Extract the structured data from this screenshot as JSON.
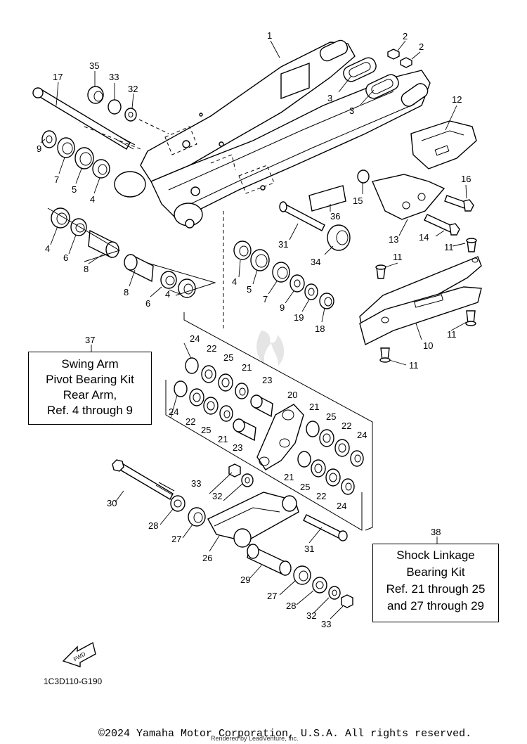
{
  "diagram": {
    "code": "1C3D110-G190",
    "fwd_label": "FWD"
  },
  "callouts": {
    "c1": "1",
    "c2a": "2",
    "c2b": "2",
    "c3a": "3",
    "c3b": "3",
    "c4a": "4",
    "c4b": "4",
    "c4c": "4",
    "c4d": "4",
    "c5a": "5",
    "c5b": "5",
    "c6a": "6",
    "c6b": "6",
    "c7a": "7",
    "c7b": "7",
    "c8a": "8",
    "c8b": "8",
    "c9a": "9",
    "c9b": "9",
    "c10": "10",
    "c11a": "11",
    "c11b": "11",
    "c11c": "11",
    "c11d": "11",
    "c12": "12",
    "c13": "13",
    "c14": "14",
    "c15": "15",
    "c16": "16",
    "c17": "17",
    "c18": "18",
    "c19": "19",
    "c20": "20",
    "c21a": "21",
    "c21b": "21",
    "c21c": "21",
    "c21d": "21",
    "c22a": "22",
    "c22b": "22",
    "c22c": "22",
    "c22d": "22",
    "c23a": "23",
    "c23b": "23",
    "c24a": "24",
    "c24b": "24",
    "c24c": "24",
    "c24d": "24",
    "c25a": "25",
    "c25b": "25",
    "c25c": "25",
    "c25d": "25",
    "c26": "26",
    "c27a": "27",
    "c27b": "27",
    "c28a": "28",
    "c28b": "28",
    "c29": "29",
    "c30": "30",
    "c31a": "31",
    "c31b": "31",
    "c32a": "32",
    "c32b": "32",
    "c32c": "32",
    "c33a": "33",
    "c33b": "33",
    "c33c": "33",
    "c34": "34",
    "c35": "35",
    "c36": "36",
    "c37": "37",
    "c38": "38"
  },
  "kits": {
    "swing_arm": {
      "line1": "Swing Arm",
      "line2": "Pivot Bearing Kit",
      "line3": "Rear Arm,",
      "line4": "Ref. 4 through 9"
    },
    "shock_linkage": {
      "line1": "Shock Linkage",
      "line2": "Bearing Kit",
      "line3": "Ref. 21 through 25",
      "line4": "and 27 through 29"
    }
  },
  "footer": {
    "copyright": "©2024 Yamaha Motor Corporation, U.S.A. All rights reserved.",
    "rendered_by": "Rendered by LeadVenture, Inc."
  }
}
